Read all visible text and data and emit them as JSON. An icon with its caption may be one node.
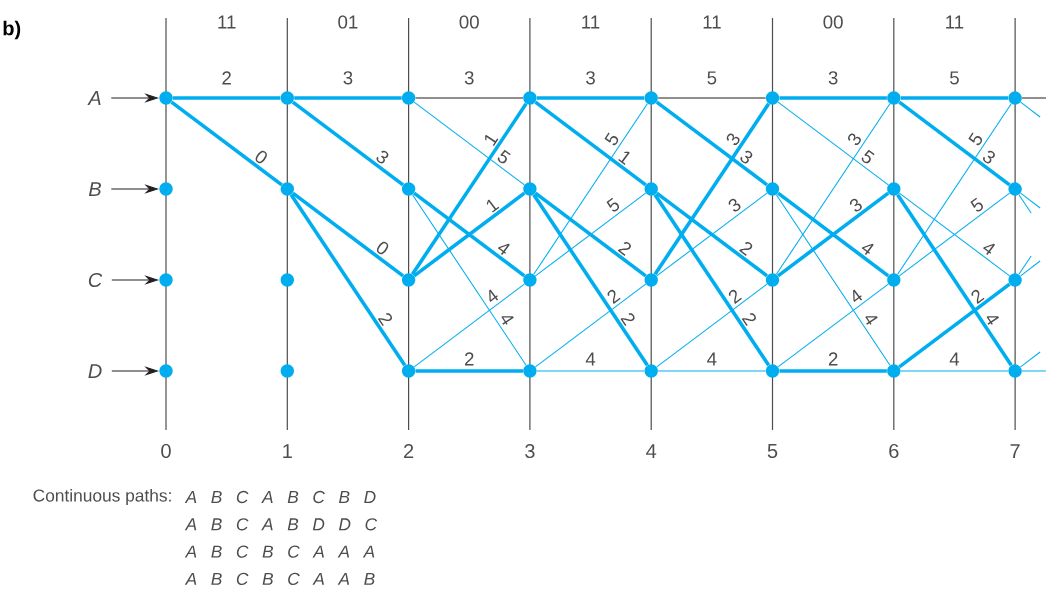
{
  "diagram": {
    "nodes": [
      {
        "text": [
          "A"
        ]
      },
      {
        "text": [
          "B"
        ]
      },
      {
        "text": [
          "C"
        ]
      },
      {
        "text": [
          "D"
        ]
      },
      {
        "text": [],
        "shape": "circle"
      },
      {
        "text": [],
        "shape": "circle"
      },
      {
        "text": [],
        "shape": "circle"
      },
      {
        "text": [],
        "shape": "circle"
      },
      {
        "text": [],
        "shape": "circle"
      },
      {
        "text": [],
        "shape": "circle"
      },
      {
        "text": [],
        "shape": "circle"
      },
      {
        "text": [],
        "shape": "circle"
      },
      {
        "text": [],
        "shape": "circle"
      },
      {
        "text": [],
        "shape": "circle"
      },
      {
        "text": [],
        "shape": "circle"
      },
      {
        "text": [],
        "shape": "circle"
      },
      {
        "text": [],
        "shape": "circle"
      },
      {
        "text": [],
        "shape": "circle"
      },
      {
        "text": [],
        "shape": "circle"
      },
      {
        "text": [],
        "shape": "circle"
      },
      {
        "text": [],
        "shape": "circle"
      },
      {
        "text": [],
        "shape": "circle"
      },
      {
        "text": [],
        "shape": "circle"
      },
      {
        "text": [],
        "shape": "circle"
      },
      {
        "text": [],
        "shape": "circle"
      },
      {
        "text": [],
        "shape": "circle"
      },
      {
        "text": [],
        "shape": "circle"
      },
      {
        "text": [],
        "shape": "circle"
      },
      {
        "text": [],
        "shape": "circle"
      },
      {
        "text": [],
        "shape": "circle"
      },
      {
        "text": [],
        "shape": "circle"
      },
      {
        "text": [],
        "shape": "circle"
      },
      {
        "text": [],
        "shape": "circle"
      },
      {
        "text": [],
        "shape": "circle"
      },
      {
        "text": [],
        "shape": "circle"
      },
      {
        "text": [],
        "shape": "circle"
      }
    ],
    "edges": [
      {
        "from": 0,
        "to": 4,
        "arrow": "to",
        "color": "#231f20"
      },
      {
        "from": 1,
        "to": 5,
        "arrow": "to",
        "color": "#231f20"
      },
      {
        "from": 2,
        "to": 6,
        "arrow": "to",
        "color": "#231f20"
      },
      {
        "from": 3,
        "to": 7,
        "arrow": "to",
        "color": "#231f20"
      },
      {
        "from": 4,
        "to": 8,
        "arrow": "none",
        "label": "2",
        "style": "thick"
      },
      {
        "from": 4,
        "to": 9,
        "arrow": "none",
        "label": "0",
        "style": "thick"
      },
      {
        "from": 8,
        "to": 12,
        "arrow": "none",
        "label": "3",
        "style": "thick"
      },
      {
        "from": 8,
        "to": 13,
        "arrow": "none",
        "label": "3",
        "style": "thick"
      },
      {
        "from": 9,
        "to": 14,
        "arrow": "none",
        "label": "0",
        "style": "thick"
      },
      {
        "from": 9,
        "to": 15,
        "arrow": "none",
        "label": "2",
        "style": "thick"
      },
      {
        "from": 12,
        "to": 16,
        "arrow": "none",
        "label": "3",
        "color": "#231f20"
      },
      {
        "from": 12,
        "to": 17,
        "arrow": "none",
        "label": "5"
      },
      {
        "from": 13,
        "to": 18,
        "arrow": "none",
        "label": "4",
        "style": "thick"
      },
      {
        "from": 13,
        "to": 19,
        "arrow": "none",
        "label": "4"
      },
      {
        "from": 14,
        "to": 16,
        "arrow": "none",
        "label": "1",
        "style": "thick"
      },
      {
        "from": 14,
        "to": 17,
        "arrow": "none",
        "label": "1",
        "style": "thick"
      },
      {
        "from": 15,
        "to": 18,
        "arrow": "none",
        "label": "4"
      },
      {
        "from": 15,
        "to": 19,
        "arrow": "none",
        "label": "2",
        "style": "thick"
      },
      {
        "from": 16,
        "to": 20,
        "arrow": "none",
        "label": "3",
        "style": "thick"
      },
      {
        "from": 16,
        "to": 21,
        "arrow": "none",
        "label": "1",
        "style": "thick"
      },
      {
        "from": 17,
        "to": 22,
        "arrow": "none",
        "label": "2",
        "style": "thick"
      },
      {
        "from": 17,
        "to": 23,
        "arrow": "none",
        "label": "2",
        "style": "thick"
      },
      {
        "from": 18,
        "to": 20,
        "arrow": "none",
        "label": "5"
      },
      {
        "from": 18,
        "to": 21,
        "arrow": "none",
        "label": "5"
      },
      {
        "from": 19,
        "to": 22,
        "arrow": "none",
        "label": "2"
      },
      {
        "from": 19,
        "to": 23,
        "arrow": "none",
        "label": "4"
      },
      {
        "from": 20,
        "to": 24,
        "arrow": "none",
        "label": "5",
        "color": "#231f20"
      },
      {
        "from": 20,
        "to": 25,
        "arrow": "none",
        "label": "3",
        "style": "thick"
      },
      {
        "from": 21,
        "to": 26,
        "arrow": "none",
        "label": "2",
        "style": "thick"
      },
      {
        "from": 21,
        "to": 27,
        "arrow": "none",
        "label": "2",
        "style": "thick"
      },
      {
        "from": 22,
        "to": 24,
        "arrow": "none",
        "label": "3",
        "style": "thick"
      },
      {
        "from": 22,
        "to": 25,
        "arrow": "none",
        "label": "3"
      },
      {
        "from": 23,
        "to": 26,
        "arrow": "none",
        "label": "2"
      },
      {
        "from": 23,
        "to": 27,
        "arrow": "none",
        "label": "4"
      },
      {
        "from": 24,
        "to": 28,
        "arrow": "none",
        "label": "3",
        "style": "thick"
      },
      {
        "from": 24,
        "to": 29,
        "arrow": "none",
        "label": "5"
      },
      {
        "from": 25,
        "to": 30,
        "arrow": "none",
        "label": "4",
        "style": "thick"
      },
      {
        "from": 25,
        "to": 31,
        "arrow": "none",
        "label": "4"
      },
      {
        "from": 26,
        "to": 28,
        "arrow": "none",
        "label": "3"
      },
      {
        "from": 26,
        "to": 29,
        "arrow": "none",
        "label": "3",
        "style": "thick"
      },
      {
        "from": 27,
        "to": 30,
        "arrow": "none",
        "label": "4"
      },
      {
        "from": 27,
        "to": 31,
        "arrow": "none",
        "label": "2",
        "style": "thick"
      },
      {
        "from": 28,
        "to": 32,
        "arrow": "none",
        "label": "5",
        "style": "thick"
      },
      {
        "from": 28,
        "to": 33,
        "arrow": "none",
        "label": "3",
        "style": "thick"
      },
      {
        "from": 29,
        "to": 34,
        "arrow": "none",
        "label": "4"
      },
      {
        "from": 29,
        "to": 35,
        "arrow": "none",
        "label": "4",
        "style": "thick"
      },
      {
        "from": 30,
        "to": 32,
        "arrow": "none",
        "label": "5"
      },
      {
        "from": 30,
        "to": 33,
        "arrow": "none",
        "label": "5"
      },
      {
        "from": 31,
        "to": 34,
        "arrow": "none",
        "label": "2",
        "style": "thick"
      },
      {
        "from": 31,
        "to": 35,
        "arrow": "none",
        "label": "4"
      },
      {
        "from": 32,
        "to": null,
        "arrow": "none",
        "color": "#231f20"
      },
      {
        "from": 32,
        "to": null,
        "arrow": "none"
      },
      {
        "from": 33,
        "to": null,
        "arrow": "none"
      },
      {
        "from": 33,
        "to": null,
        "arrow": "none"
      },
      {
        "from": 34,
        "to": null,
        "arrow": "none"
      },
      {
        "from": 34,
        "to": null,
        "arrow": "none"
      },
      {
        "from": 35,
        "to": null,
        "arrow": "none"
      },
      {
        "from": 35,
        "to": null,
        "arrow": "none"
      }
    ],
    "labels": [
      "b)",
      "11",
      "01",
      "00",
      "11",
      "11",
      "00",
      "11",
      "0",
      "1",
      "2",
      "3",
      "4",
      "5",
      "6",
      "7",
      "Continuous paths:",
      "A B C A B C B D",
      "A B C A B D D C",
      "A B C B C A A A",
      "A B C B C A A B"
    ]
  }
}
